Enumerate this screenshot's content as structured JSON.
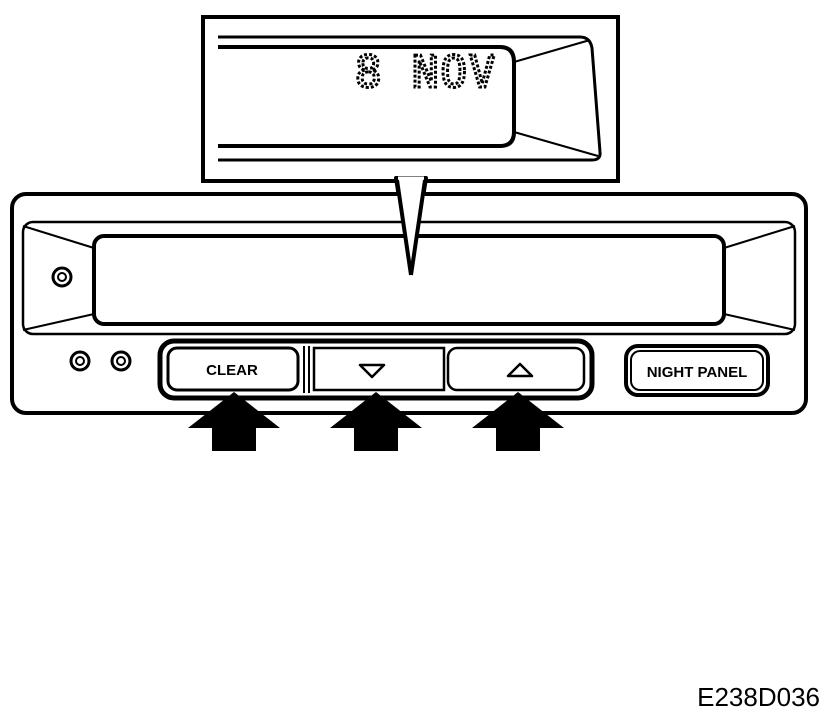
{
  "callout": {
    "display_text": "8 NOV"
  },
  "buttons": {
    "clear_label": "CLEAR",
    "down_icon": "triangle-down-icon",
    "up_icon": "triangle-up-icon",
    "night_panel_label": "NIGHT PANEL"
  },
  "figure_code": "E238D036",
  "colors": {
    "line": "#000000",
    "background": "#ffffff"
  }
}
